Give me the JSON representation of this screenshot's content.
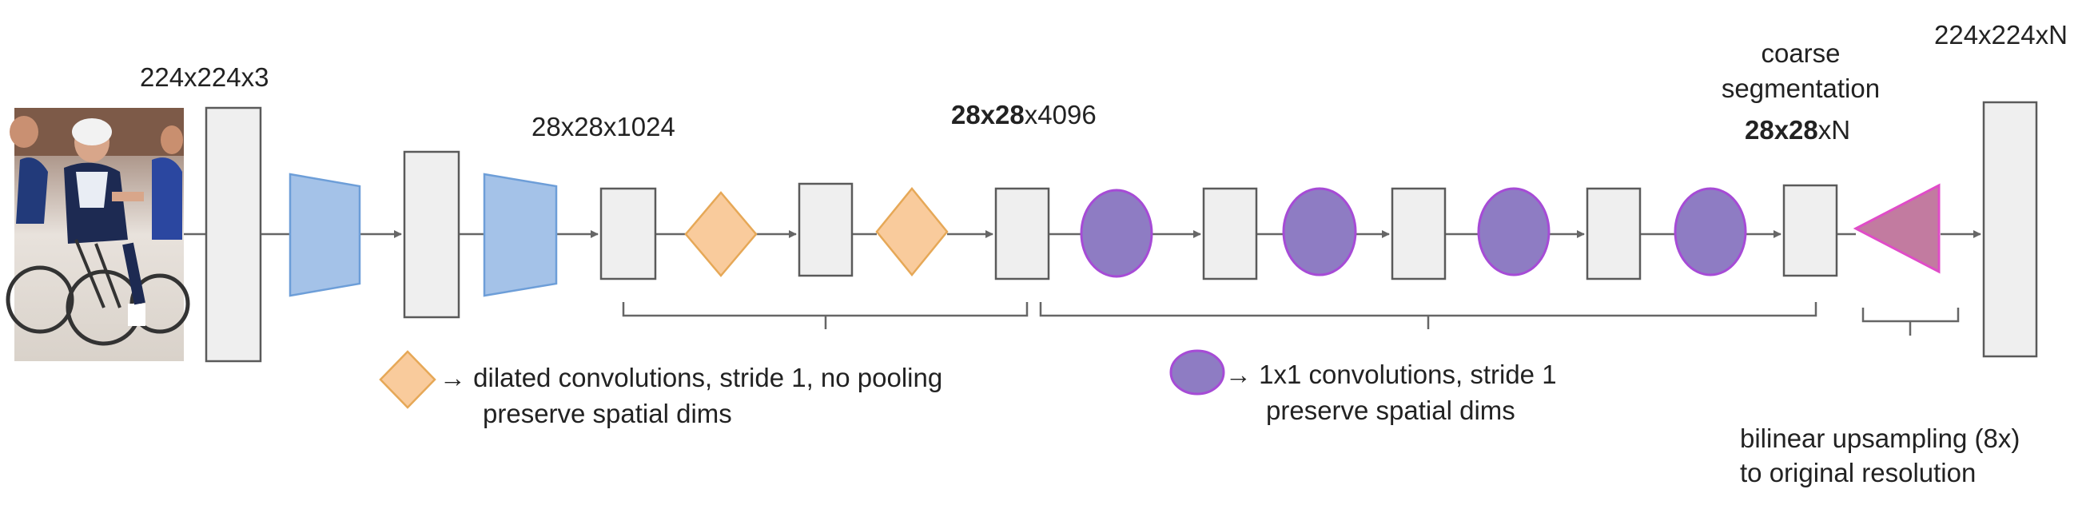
{
  "labels": {
    "input_dims": "224x224x3",
    "dims_1024": "28x28x1024",
    "dims_4096_bold": "28x28",
    "dims_4096_rest": "x4096",
    "coarse_line1": "coarse",
    "coarse_line2": "segmentation",
    "coarse_dims_bold": "28x28",
    "coarse_dims_rest": "xN",
    "output_dims": "224x224xN"
  },
  "legend": {
    "dilated_line1": "→ dilated convolutions, stride 1, no pooling",
    "dilated_line2": "preserve spatial dims",
    "conv1x1_line1": "→ 1x1 convolutions, stride 1",
    "conv1x1_line2": "preserve spatial dims",
    "upsample_line1": "bilinear upsampling (8x)",
    "upsample_line2": "to original resolution"
  },
  "colors": {
    "block_fill": "#efefef",
    "block_stroke": "#5a5a5a",
    "pool_fill": "#a4c2e8",
    "pool_stroke": "#6d9ed8",
    "diamond_fill": "#f9cb9c",
    "diamond_stroke": "#e6a857",
    "ellipse_fill": "#8e7cc3",
    "ellipse_stroke": "#a64bd6",
    "triangle_fill": "#c27ba0",
    "triangle_stroke": "#e04cc8",
    "arrow": "#666666"
  }
}
